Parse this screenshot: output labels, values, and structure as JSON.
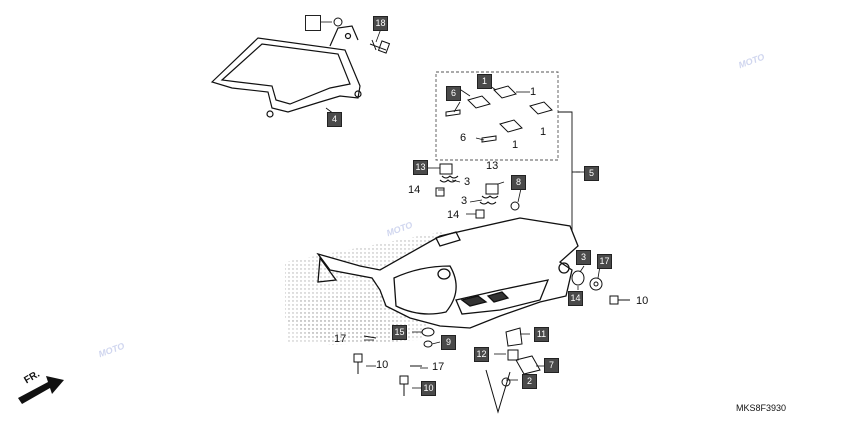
{
  "diagram": {
    "code": "MKS8F3930",
    "front_label": "FR.",
    "watermark": "MOTO",
    "boxed_labels": {
      "b18": "18",
      "b4": "4",
      "b1": "1",
      "b6": "6",
      "b5": "5",
      "b13": "13",
      "b8": "8",
      "b3": "3",
      "b17": "17",
      "b14": "14",
      "b15": "15",
      "b9": "9",
      "b11": "11",
      "b12": "12",
      "b7": "7",
      "b2": "2",
      "b10": "10"
    },
    "plain_labels": {
      "n1a": "1",
      "n1b": "1",
      "n1c": "1",
      "n6": "6",
      "n3a": "3",
      "n14a": "14",
      "n13": "13",
      "n3b": "3",
      "n14b": "14",
      "n10a": "10",
      "n17a": "17",
      "n10b": "10",
      "n17b": "17"
    }
  }
}
